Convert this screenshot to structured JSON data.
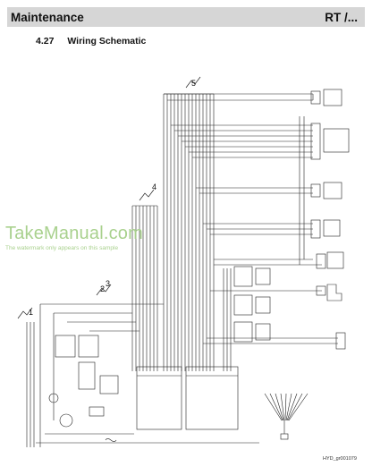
{
  "header": {
    "title": "Maintenance",
    "right": "RT /..."
  },
  "section": {
    "number": "4.27",
    "title": "Wiring Schematic"
  },
  "watermark": {
    "title": "TakeManual.com",
    "subtitle": "The watermark only appears on this sample"
  },
  "bundles": {
    "b5": "5",
    "b4": "4",
    "b3": "3",
    "b2": "2",
    "b1": "1"
  },
  "figure_ref": "HYD_gr001079"
}
